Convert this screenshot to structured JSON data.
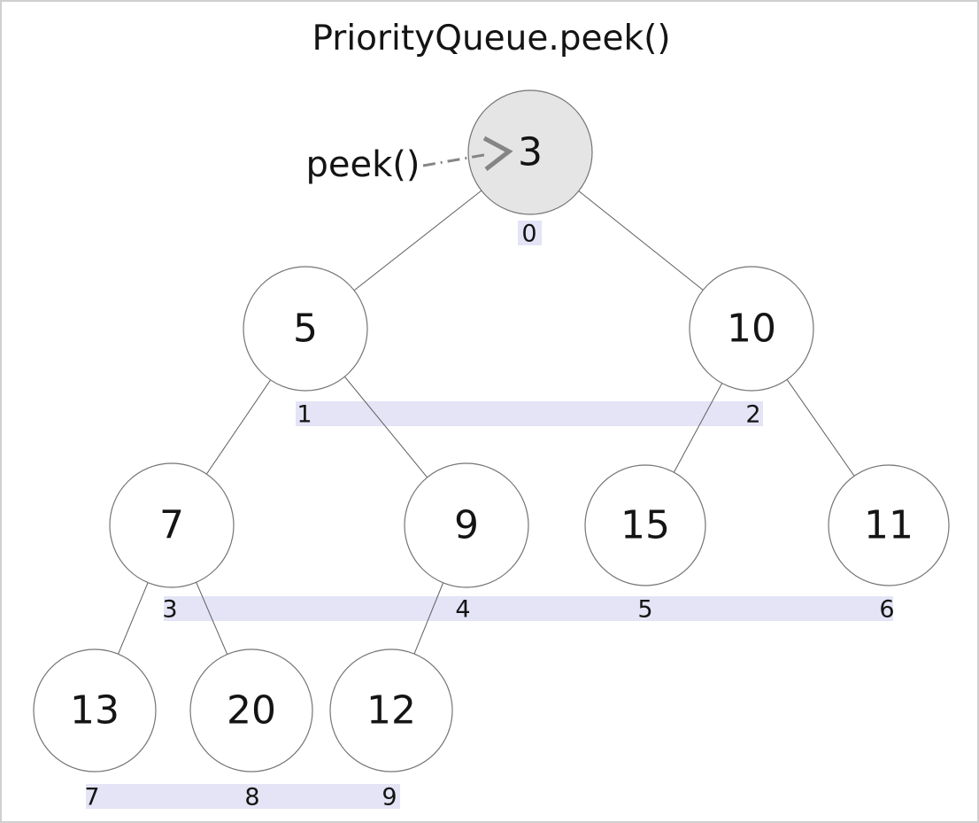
{
  "title": "PriorityQueue.peek()",
  "annotation": {
    "label": "peek()",
    "color": "#2222cc"
  },
  "colors": {
    "index_band": "#e4e4f6",
    "root_fill": "#e5e5e5",
    "node_fill": "#ffffff",
    "node_border": "#757575",
    "edge": "#5f5f5f",
    "arrow": "#858585",
    "text": "#141414"
  },
  "heap": {
    "nodes": [
      {
        "value": "3",
        "index": "0"
      },
      {
        "value": "5",
        "index": "1"
      },
      {
        "value": "10",
        "index": "2"
      },
      {
        "value": "7",
        "index": "3"
      },
      {
        "value": "9",
        "index": "4"
      },
      {
        "value": "15",
        "index": "5"
      },
      {
        "value": "11",
        "index": "6"
      },
      {
        "value": "13",
        "index": "7"
      },
      {
        "value": "20",
        "index": "8"
      },
      {
        "value": "12",
        "index": "9"
      }
    ]
  }
}
